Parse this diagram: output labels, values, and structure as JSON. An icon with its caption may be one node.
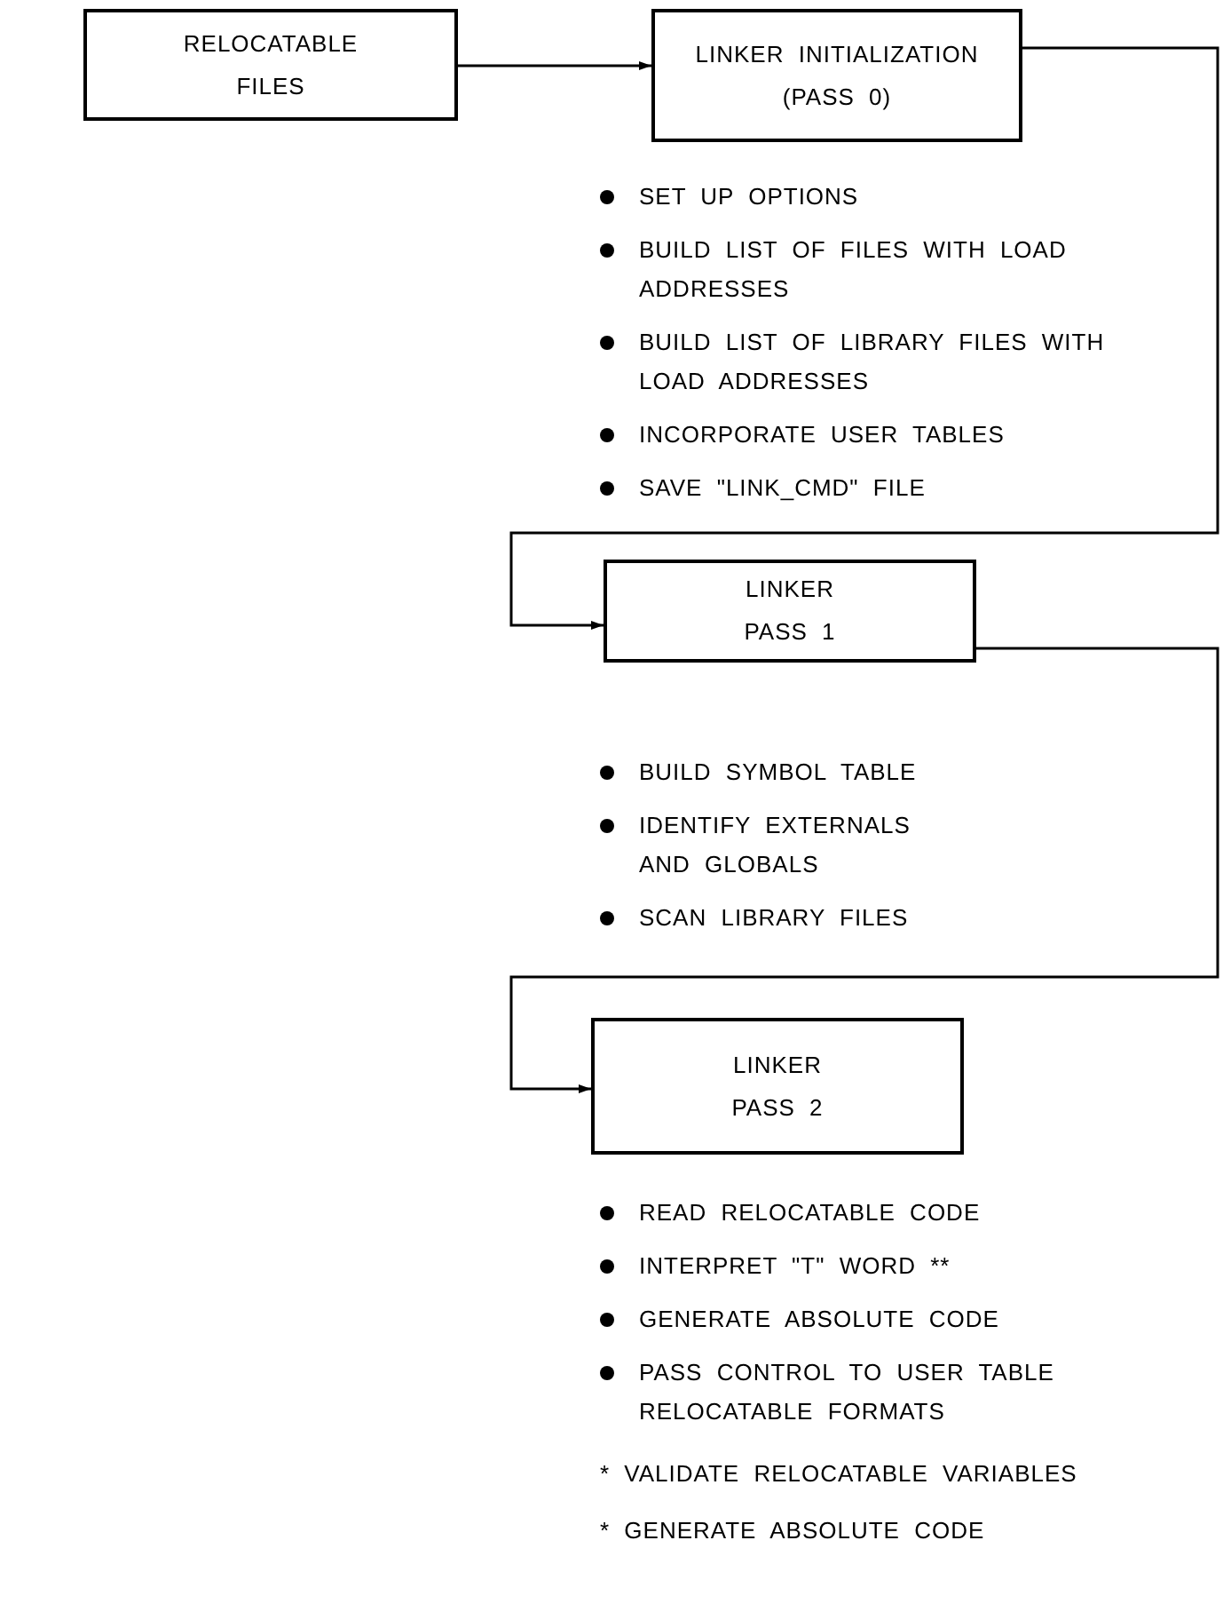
{
  "diagram": {
    "nodes": [
      {
        "text": [
          "RELOCATABLE FILES"
        ]
      },
      {
        "text": [
          "LINKER INITIALIZATION (PASS 0)"
        ],
        "beside": [
          "SET UP OPTIONS",
          "BUILD LIST OF FILES WITH LOAD ADDRESSES",
          "BUILD LIST OF LIBRARY FILES WITH LOAD ADDRESSES",
          "INCORPORATE USER TABLES",
          "SAVE \"LINK_CMD\" FILE"
        ]
      },
      {
        "text": [
          "LINKER PASS 1"
        ],
        "beside": [
          "BUILD SYMBOL TABLE",
          "IDENTIFY EXTERNALS AND GLOBALS",
          "SCAN LIBRARY FILES"
        ]
      },
      {
        "text": [
          "LINKER PASS 2"
        ],
        "beside": [
          "READ RELOCATABLE CODE",
          "INTERPRET \"T\" WORD **",
          "GENERATE ABSOLUTE CODE",
          "PASS CONTROL TO USER TABLE RELOCATABLE FORMATS"
        ]
      }
    ],
    "edges": [
      {
        "from": 0,
        "to": 1,
        "arrow": "to"
      },
      {
        "from": 1,
        "to": 2,
        "arrow": "to"
      },
      {
        "from": 2,
        "to": 3,
        "arrow": "to"
      }
    ],
    "labels": [
      "* VALIDATE RELOCATABLE VARIABLES",
      "* GENERATE ABSOLUTE CODE"
    ]
  }
}
